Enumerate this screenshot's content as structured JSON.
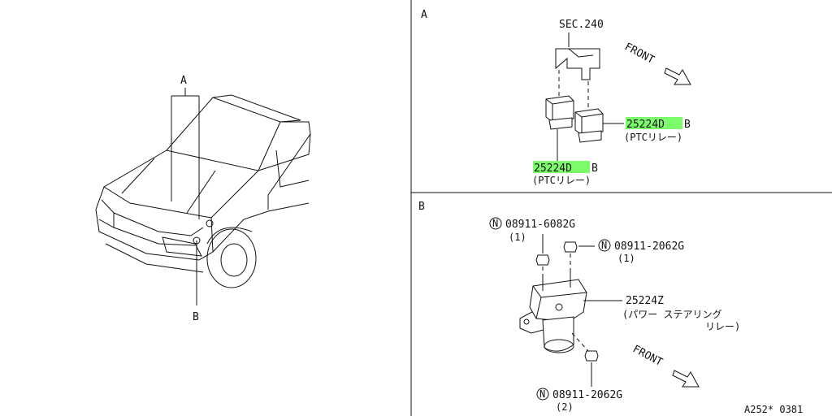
{
  "panels": {
    "A": {
      "label": "A",
      "section_ref": "SEC.240",
      "front_label": "FRONT",
      "callouts": [
        {
          "part_no": "25224D",
          "suffix": "B",
          "desc": "(PTCリレー)"
        },
        {
          "part_no": "25224D",
          "suffix": "B",
          "desc": "(PTCリレー)"
        }
      ]
    },
    "B": {
      "label": "B",
      "front_label": "FRONT",
      "callouts": [
        {
          "marker": "N",
          "part_no": "08911-6082G",
          "qty": "(1)"
        },
        {
          "marker": "N",
          "part_no": "08911-2062G",
          "qty": "(1)"
        },
        {
          "part_no": "25224Z",
          "desc_line1": "(パワー ステアリング",
          "desc_line2": "リレー)"
        },
        {
          "marker": "N",
          "part_no": "08911-2062G",
          "qty": "(2)"
        }
      ]
    }
  },
  "overview": {
    "label_a": "A",
    "label_b": "B"
  },
  "footer": {
    "drawing_id": "A252* 0381"
  },
  "colors": {
    "highlight": "#7CFC6A",
    "line": "#111111"
  }
}
